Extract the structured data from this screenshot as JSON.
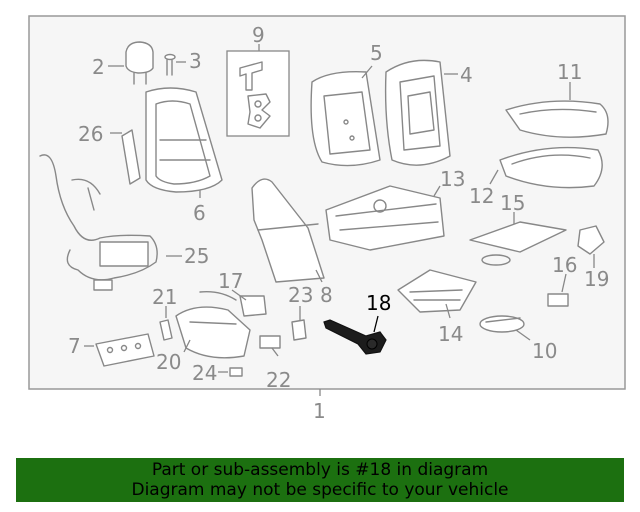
{
  "diagram": {
    "callouts": [
      "1",
      "2",
      "3",
      "4",
      "5",
      "6",
      "7",
      "8",
      "9",
      "10",
      "11",
      "12",
      "13",
      "14",
      "15",
      "16",
      "17",
      "18",
      "19",
      "20",
      "21",
      "22",
      "23",
      "24",
      "25",
      "26"
    ],
    "highlighted_callout": "18",
    "colors": {
      "panel_bg": "#f6f6f6",
      "line": "#888888",
      "highlight_part": "#1c1c1c",
      "banner_bg": "#1c7010"
    }
  },
  "banner": {
    "line1": "Part or sub-assembly is #18 in diagram",
    "line2": "Diagram may not be specific to your vehicle"
  }
}
